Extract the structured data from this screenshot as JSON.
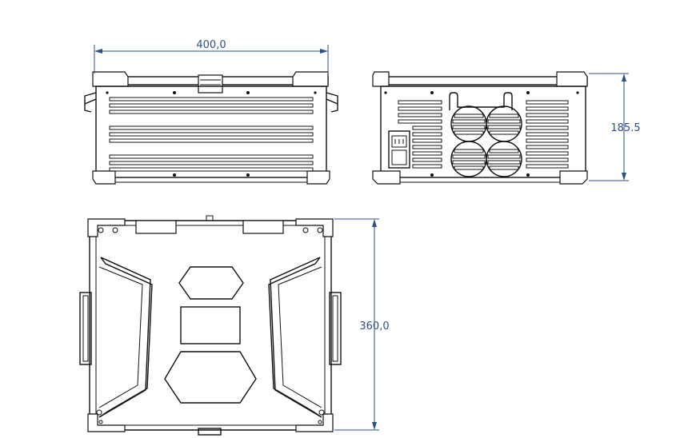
{
  "dimensions": {
    "width": "400,0",
    "height": "185.5",
    "depth": "360,0"
  },
  "colors": {
    "dimension": "#2b4f8a",
    "line": "#111111",
    "background": "#ffffff"
  }
}
